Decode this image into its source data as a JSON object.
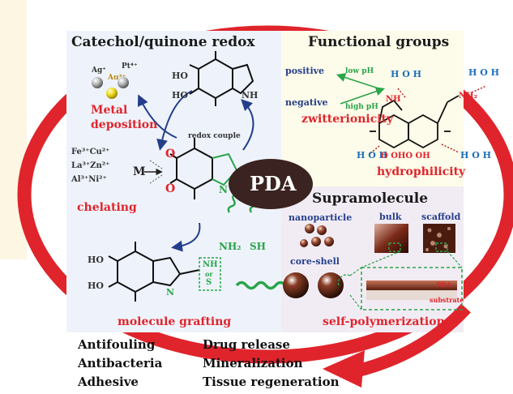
{
  "center": {
    "label": "PDA"
  },
  "panels": {
    "catechol": {
      "title": "Catechol/quinone redox",
      "metal_deposition": "Metal deposition",
      "ions_metal": [
        "Ag⁺",
        "Pt⁴⁺",
        "Au³⁺"
      ],
      "redox_couple": "redox couple",
      "chelating": "chelating",
      "ions_chelate": [
        "Fe³⁺Cu²⁺",
        "La³⁺Zn²⁺",
        "Al³⁺Ni²⁺"
      ],
      "metal_symbol": "M",
      "molecule_grafting": "molecule grafting",
      "nh_or_s": [
        "NH",
        "or",
        "S"
      ]
    },
    "functional": {
      "title": "Functional groups",
      "positive": "positive",
      "negative": "negative",
      "low_ph": "low pH",
      "high_ph": "high pH",
      "zwitterionicity": "zwitterionicity",
      "hydrophilicity": "hydrophilicity"
    },
    "supramolecule": {
      "title": "Supramolecule",
      "nanoparticle": "nanoparticle",
      "bulk": "bulk",
      "scaffold": "scaffold",
      "core_shell": "core-shell",
      "pda_layer": "PDA",
      "substrate": "substrate",
      "self_polymerization": "self-polymerization"
    }
  },
  "graft_groups": [
    "NH₂",
    "SH"
  ],
  "applications": {
    "col1": [
      "Antifouling",
      "Antibacteria",
      "Adhesive"
    ],
    "col2": [
      "Drug release",
      "Mineralization",
      "Tissue regeneration"
    ]
  },
  "colors": {
    "accent_red": "#e0242c",
    "blue": "#243e8c",
    "green": "#2aa44a",
    "panel_blue": "#eef3fb",
    "panel_yellow": "#fdfbe9",
    "panel_purple": "#f1ecf4"
  }
}
